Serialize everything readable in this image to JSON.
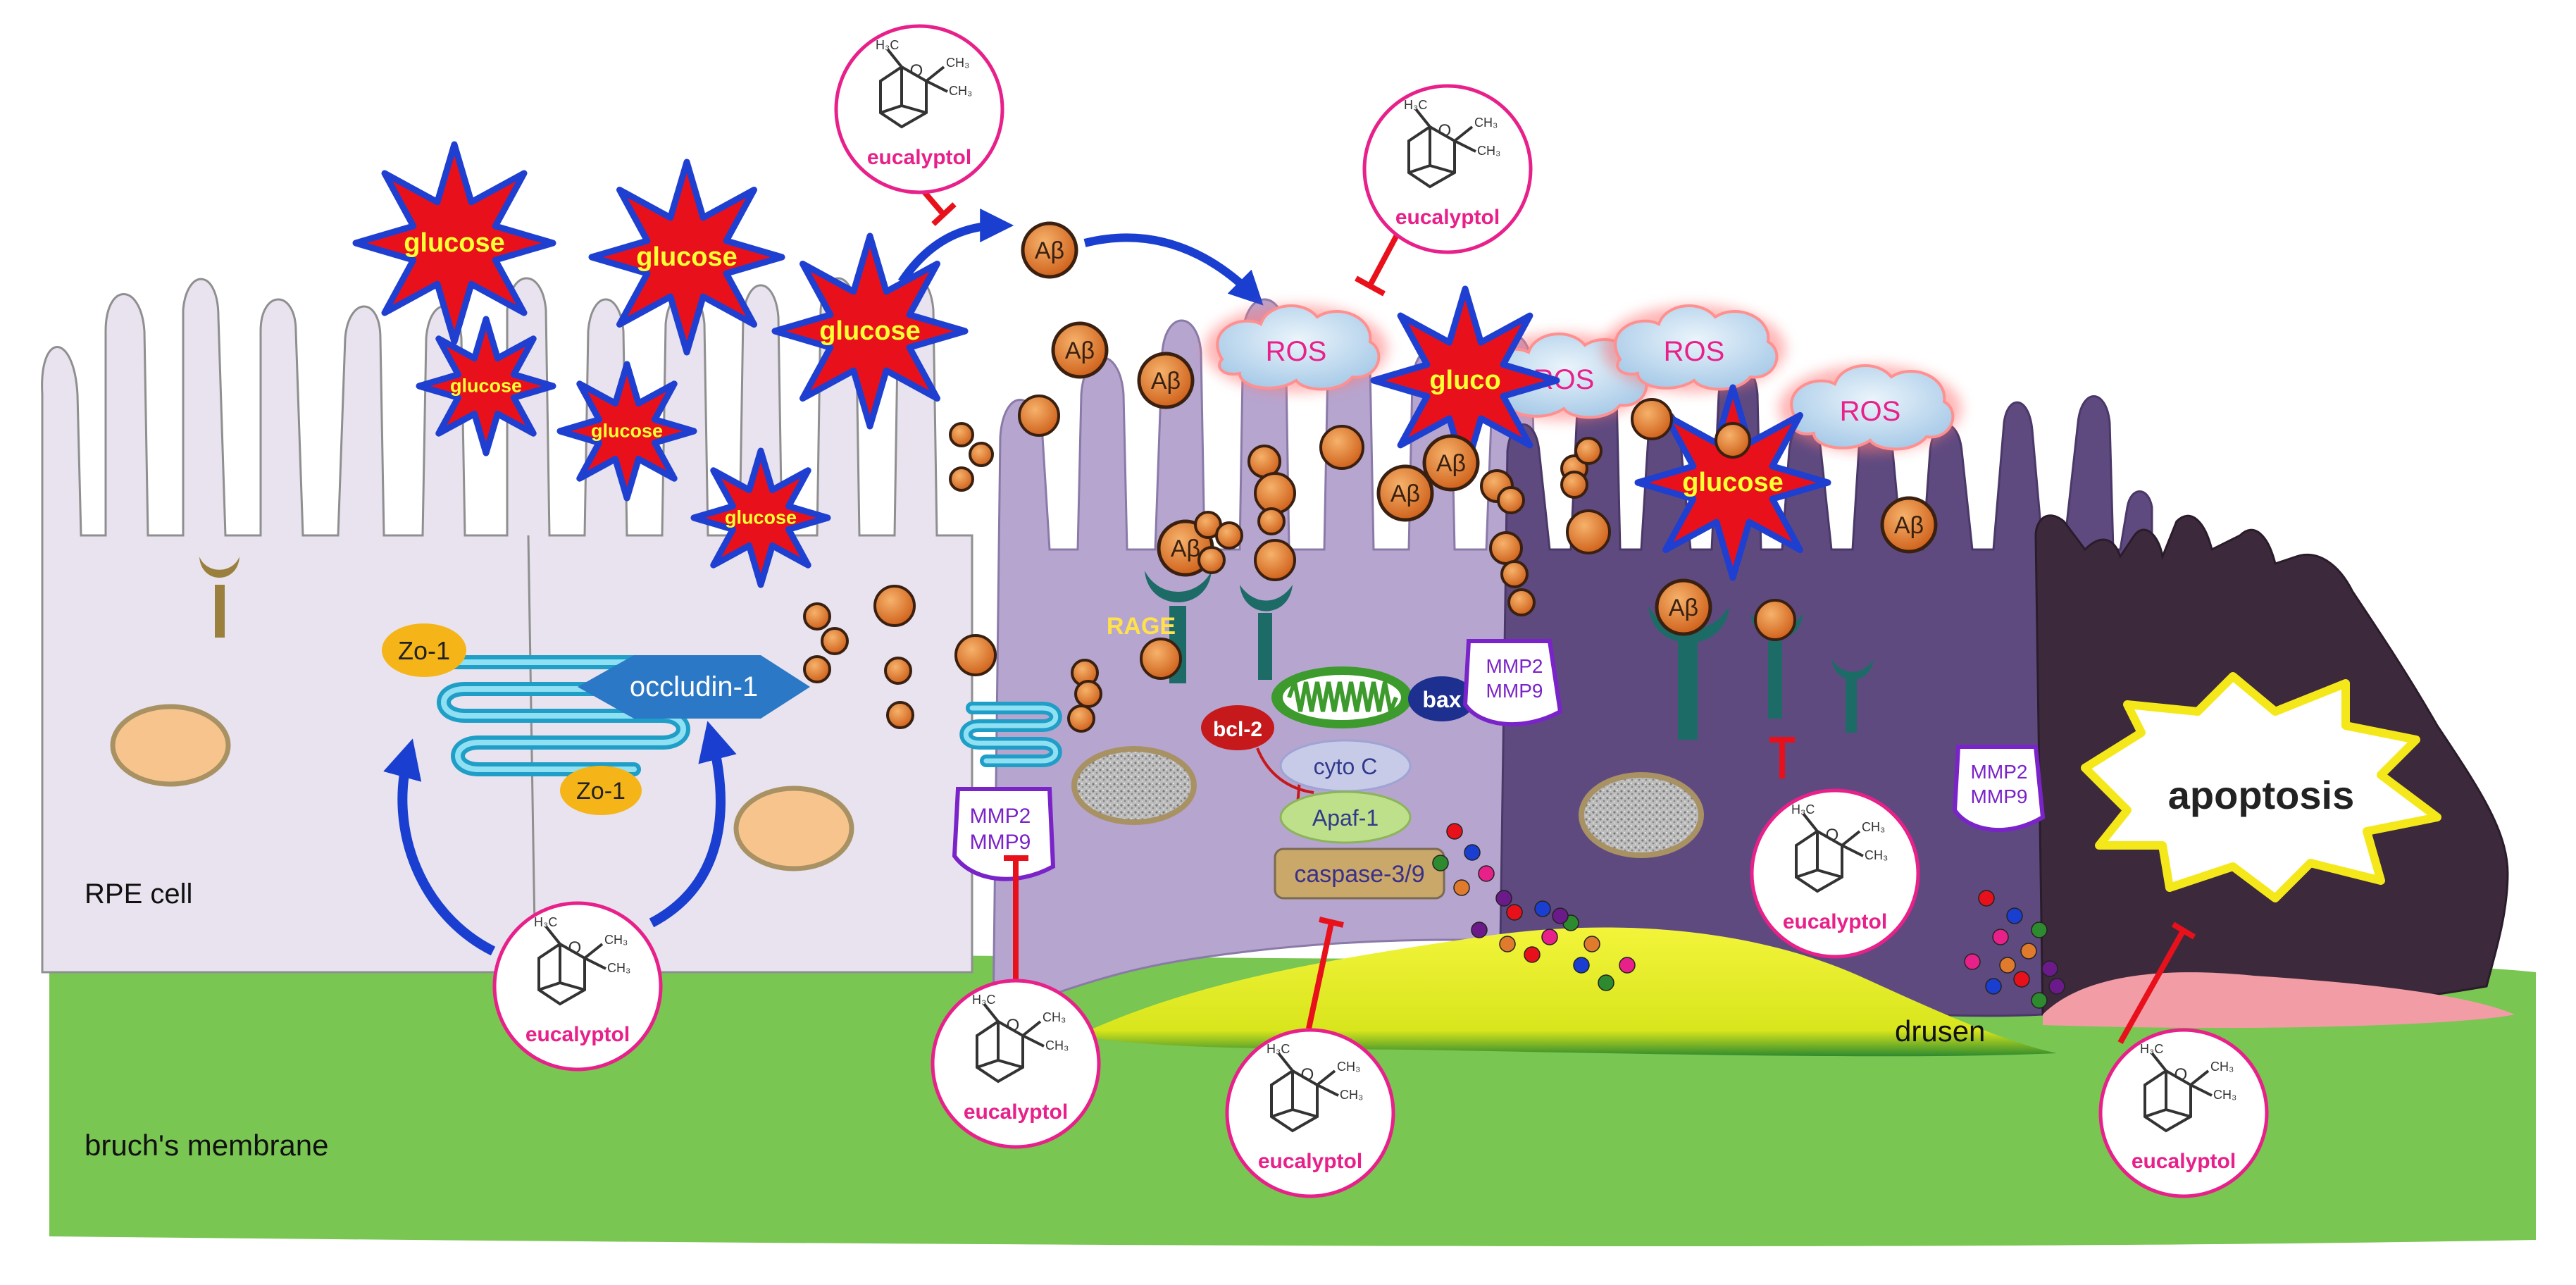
{
  "labels": {
    "rpe_cell": "RPE cell",
    "bruchs_membrane": "bruch's membrane",
    "drusen": "drusen",
    "apoptosis": "apoptosis",
    "occludin": "occludin-1",
    "zo1_top": "Zo-1",
    "zo1_bottom": "Zo-1",
    "rage": "RAGE",
    "bcl2": "bcl-2",
    "bax": "bax",
    "cytoc": "cyto C",
    "apaf1": "Apaf-1",
    "caspase": "caspase-3/9",
    "mmp_line1": "MMP2",
    "mmp_line2": "MMP9",
    "abeta": "Aβ",
    "ros": "ROS",
    "glucose": "glucose",
    "glucose_partial": "gluco",
    "eucalyptol": "eucalyptol"
  },
  "colors": {
    "membrane": "#79c653",
    "cell1": "#e8e3ee",
    "cell2": "#b6a5cf",
    "cell3": "#5f4a80",
    "cell4": "#3c2a3c",
    "glucose_fill": "#e8111b",
    "glucose_outline": "#1f3fd1",
    "glucose_text": "#ffff33",
    "abeta": "#e07a2c",
    "eucalyptol_ring": "#e8208a",
    "inhibit": "#e8111b",
    "arrow": "#1a3fd0",
    "drusen": "#eaf028"
  },
  "icons": [
    "eucalyptol-molecule-icon",
    "inhibition-bar-icon",
    "arrow-icon",
    "mitochondrion-icon",
    "nucleus-icon",
    "rage-receptor-icon"
  ]
}
